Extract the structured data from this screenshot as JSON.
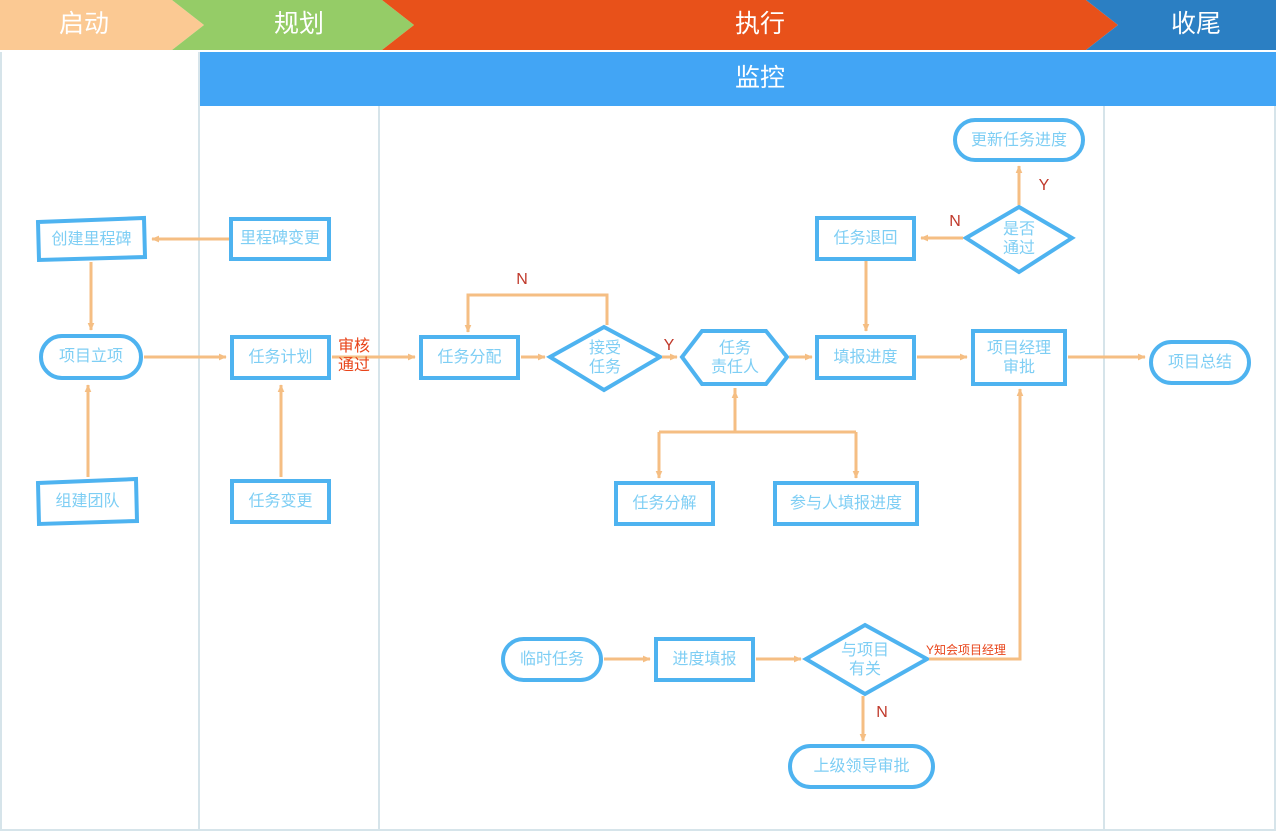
{
  "colors": {
    "phase_initiate_bg": "#FBC993",
    "phase_plan_bg": "#95CC67",
    "phase_execute_bg": "#E8511A",
    "phase_close_bg": "#2B7FC3",
    "monitor_bg": "#42A5F5",
    "node_border": "#4EB3F0",
    "node_text": "#7ECEF4",
    "arrow": "#F5BE83",
    "label_red": "#E8441A",
    "lane_divider": "#D6E4EA"
  },
  "header": {
    "phases": [
      {
        "id": "initiate",
        "label": "启动"
      },
      {
        "id": "plan",
        "label": "规划"
      },
      {
        "id": "execute",
        "label": "执行"
      },
      {
        "id": "close",
        "label": "收尾"
      }
    ],
    "monitor": {
      "label": "监控"
    }
  },
  "nodes": [
    {
      "id": "create-milestone",
      "label": "创建里程碑",
      "shape": "slanted-rect"
    },
    {
      "id": "milestone-change",
      "label": "里程碑变更",
      "shape": "rect"
    },
    {
      "id": "project-initiation",
      "label": "项目立项",
      "shape": "rounded"
    },
    {
      "id": "form-team",
      "label": "组建团队",
      "shape": "slanted-rect"
    },
    {
      "id": "task-plan",
      "label": "任务计划",
      "shape": "rect"
    },
    {
      "id": "task-change",
      "label": "任务变更",
      "shape": "rect"
    },
    {
      "id": "task-assign",
      "label": "任务分配",
      "shape": "rect"
    },
    {
      "id": "accept-task",
      "label": "接受\n任务",
      "shape": "diamond"
    },
    {
      "id": "task-owner",
      "label": "任务\n责任人",
      "shape": "hexagon"
    },
    {
      "id": "task-breakdown",
      "label": "任务分解",
      "shape": "rect"
    },
    {
      "id": "participant-report",
      "label": "参与人填报进度",
      "shape": "rect"
    },
    {
      "id": "fill-progress",
      "label": "填报进度",
      "shape": "rect"
    },
    {
      "id": "task-return",
      "label": "任务退回",
      "shape": "rect"
    },
    {
      "id": "is-approved",
      "label": "是否\n通过",
      "shape": "diamond"
    },
    {
      "id": "update-task-progress",
      "label": "更新任务进度",
      "shape": "rounded"
    },
    {
      "id": "pm-approval",
      "label": "项目经理\n审批",
      "shape": "rect"
    },
    {
      "id": "project-summary",
      "label": "项目总结",
      "shape": "rounded"
    },
    {
      "id": "temp-task",
      "label": "临时任务",
      "shape": "rounded"
    },
    {
      "id": "progress-report",
      "label": "进度填报",
      "shape": "rect"
    },
    {
      "id": "related-to-project",
      "label": "与项目\n有关",
      "shape": "diamond"
    },
    {
      "id": "leader-approval",
      "label": "上级领导审批",
      "shape": "rounded"
    }
  ],
  "edge_labels": [
    {
      "id": "review-passed",
      "text": "审核\n通过"
    },
    {
      "id": "accept-no",
      "text": "N"
    },
    {
      "id": "accept-yes",
      "text": "Y"
    },
    {
      "id": "approved-no",
      "text": "N"
    },
    {
      "id": "approved-yes",
      "text": "Y"
    },
    {
      "id": "related-yes",
      "text": "Y知会项目经理"
    },
    {
      "id": "related-no",
      "text": "N"
    }
  ]
}
